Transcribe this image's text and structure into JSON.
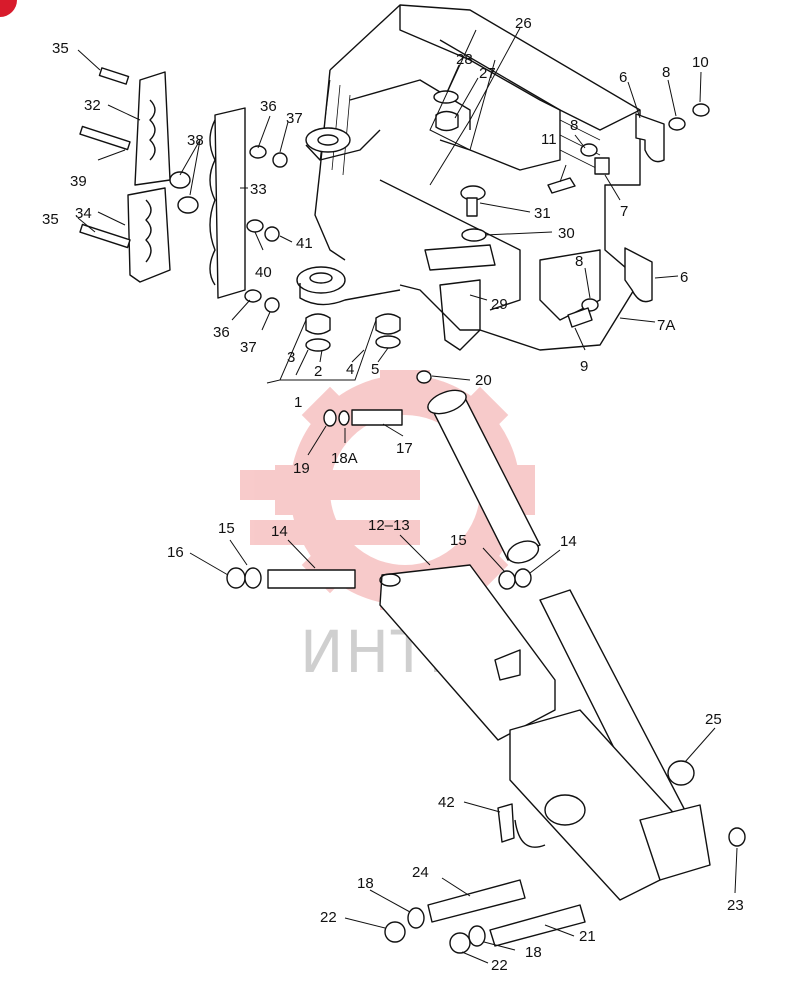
{
  "watermark": {
    "text": "ИНТЕХ",
    "color": "#f2a0a0"
  },
  "badge": {
    "color": "#d81b2c"
  },
  "callouts": [
    {
      "id": "c1",
      "text": "1"
    },
    {
      "id": "c2",
      "text": "2"
    },
    {
      "id": "c3",
      "text": "3"
    },
    {
      "id": "c4",
      "text": "4"
    },
    {
      "id": "c5",
      "text": "5"
    },
    {
      "id": "c6a",
      "text": "6"
    },
    {
      "id": "c6b",
      "text": "6"
    },
    {
      "id": "c7",
      "text": "7"
    },
    {
      "id": "c7a",
      "text": "7A"
    },
    {
      "id": "c8a",
      "text": "8"
    },
    {
      "id": "c8b",
      "text": "8"
    },
    {
      "id": "c8c",
      "text": "8"
    },
    {
      "id": "c9",
      "text": "9"
    },
    {
      "id": "c10",
      "text": "10"
    },
    {
      "id": "c11",
      "text": "11"
    },
    {
      "id": "c12",
      "text": "12–13"
    },
    {
      "id": "c14a",
      "text": "14"
    },
    {
      "id": "c14b",
      "text": "14"
    },
    {
      "id": "c15a",
      "text": "15"
    },
    {
      "id": "c15b",
      "text": "15"
    },
    {
      "id": "c16",
      "text": "16"
    },
    {
      "id": "c17",
      "text": "17"
    },
    {
      "id": "c18a",
      "text": "18A"
    },
    {
      "id": "c18b",
      "text": "18"
    },
    {
      "id": "c18c",
      "text": "18"
    },
    {
      "id": "c19",
      "text": "19"
    },
    {
      "id": "c20",
      "text": "20"
    },
    {
      "id": "c21",
      "text": "21"
    },
    {
      "id": "c22a",
      "text": "22"
    },
    {
      "id": "c22b",
      "text": "22"
    },
    {
      "id": "c23",
      "text": "23"
    },
    {
      "id": "c24",
      "text": "24"
    },
    {
      "id": "c25",
      "text": "25"
    },
    {
      "id": "c26",
      "text": "26"
    },
    {
      "id": "c27",
      "text": "27"
    },
    {
      "id": "c28",
      "text": "28"
    },
    {
      "id": "c29",
      "text": "29"
    },
    {
      "id": "c30",
      "text": "30"
    },
    {
      "id": "c31",
      "text": "31"
    },
    {
      "id": "c32",
      "text": "32"
    },
    {
      "id": "c33",
      "text": "33"
    },
    {
      "id": "c34",
      "text": "34"
    },
    {
      "id": "c35a",
      "text": "35"
    },
    {
      "id": "c35b",
      "text": "35"
    },
    {
      "id": "c36a",
      "text": "36"
    },
    {
      "id": "c36b",
      "text": "36"
    },
    {
      "id": "c37a",
      "text": "37"
    },
    {
      "id": "c37b",
      "text": "37"
    },
    {
      "id": "c38",
      "text": "38"
    },
    {
      "id": "c39",
      "text": "39"
    },
    {
      "id": "c40",
      "text": "40"
    },
    {
      "id": "c41",
      "text": "41"
    },
    {
      "id": "c42",
      "text": "42"
    }
  ]
}
